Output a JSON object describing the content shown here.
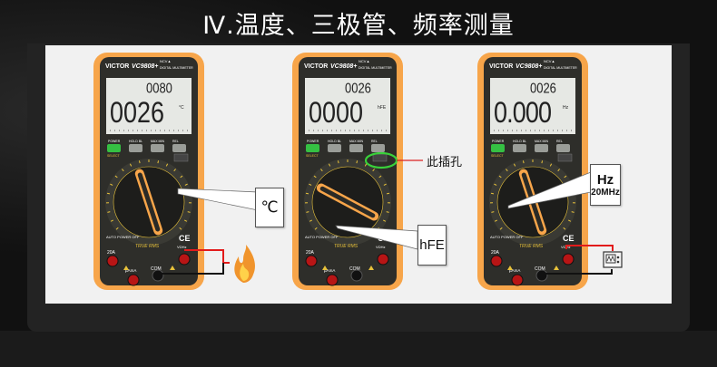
{
  "title": "Ⅳ.温度、三极管、频率测量",
  "meter_labels": {
    "brand": "VICTOR",
    "model": "VC9808+",
    "ncv": "NCV▲",
    "subtitle": "DIGITAL MULTIMETER",
    "power": "POWER",
    "select": "SELECT",
    "hold": "HOLD BL",
    "max": "MAX MIN",
    "rel": "REL",
    "true_rms": "TRUE RMS",
    "jack_20a": "20A",
    "jack_ua": "µAmA",
    "jack_com": "COM",
    "jack_v": "VΩHz",
    "auto_off": "AUTO POWER OFF",
    "ce": "CE"
  },
  "meters": [
    {
      "small": "0080",
      "main": "0026",
      "unit": "°C"
    },
    {
      "small": "0026",
      "main": "0000",
      "unit": "hFE"
    },
    {
      "small": "0026",
      "main": "0.000",
      "unit": "Hz"
    }
  ],
  "callouts": {
    "temp": "℃",
    "socket": "此插孔",
    "hfe": "hFE",
    "hz": "Hz",
    "hz_range": "20MHz"
  },
  "colors": {
    "orange": "#f7a54a",
    "face": "#2e2e2a",
    "lcd": "#e6e8e4",
    "green": "#35c043",
    "red": "#e21b1b"
  }
}
